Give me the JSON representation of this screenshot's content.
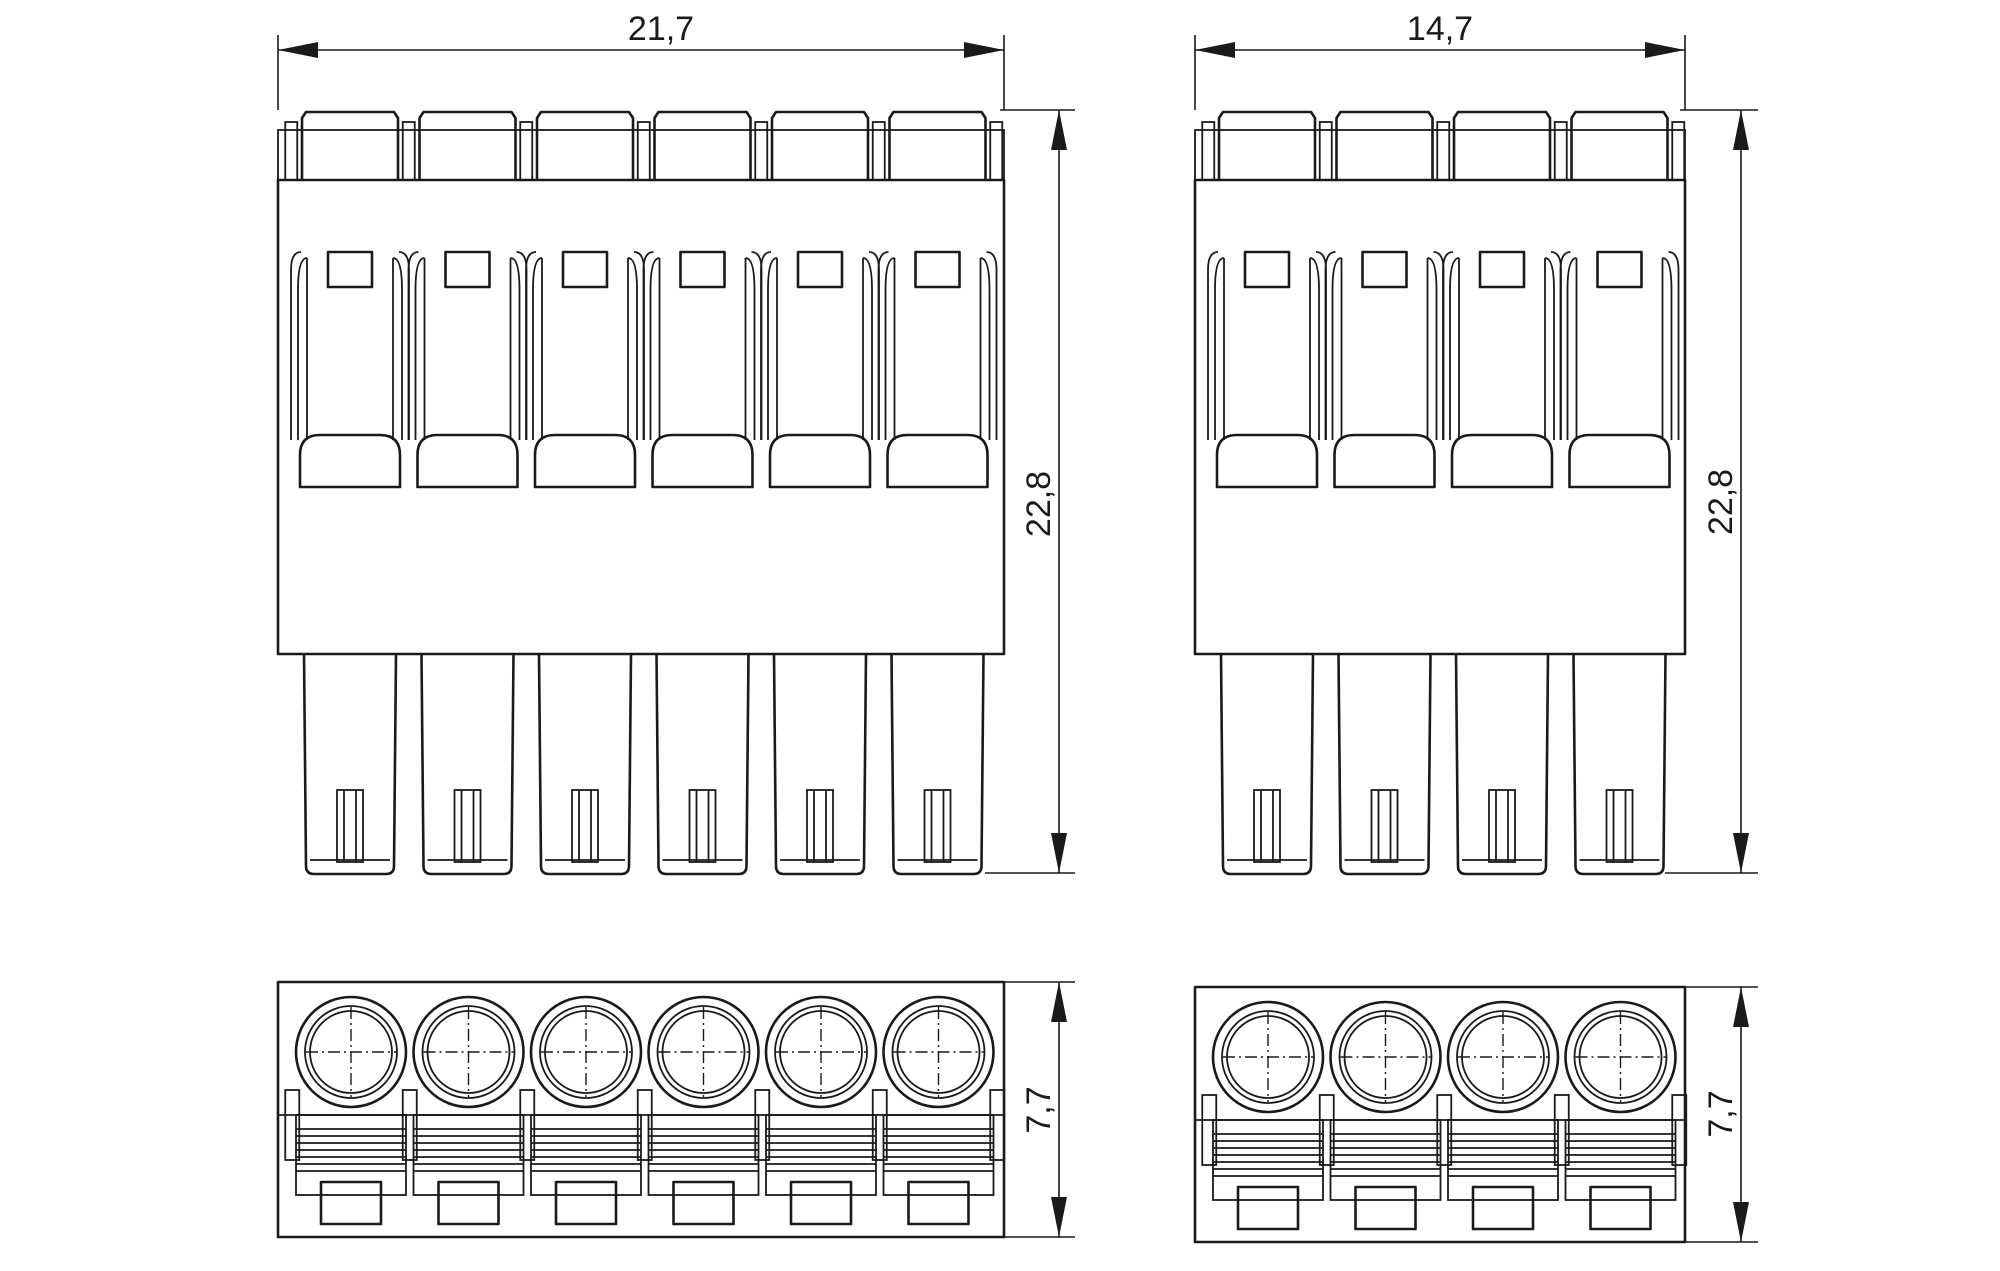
{
  "views": {
    "six_pole": {
      "pole_count": 6,
      "width_label": "21,7",
      "height_label": "22,8",
      "depth_label": "7,7"
    },
    "four_pole": {
      "pole_count": 4,
      "width_label": "14,7",
      "height_label": "22,8",
      "depth_label": "7,7"
    }
  }
}
